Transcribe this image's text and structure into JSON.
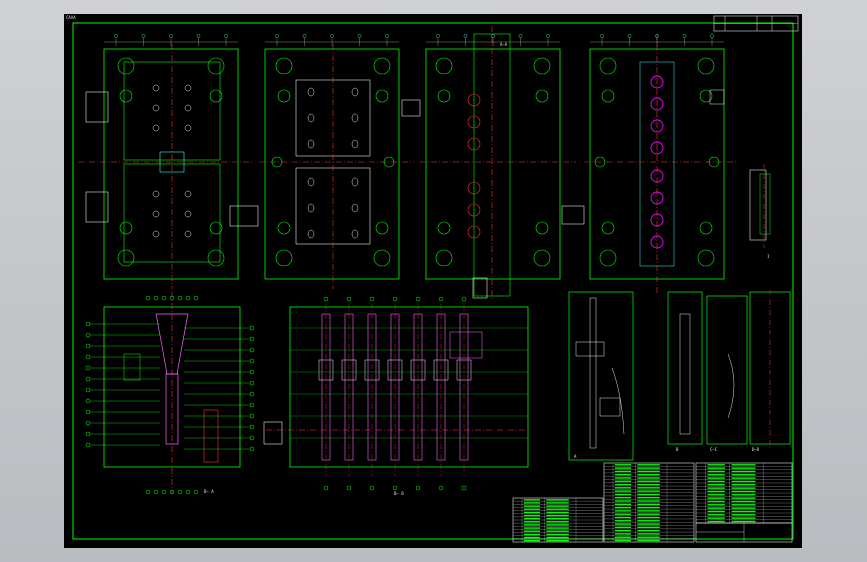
{
  "viewer": {
    "sheet_stamp": "CAXA",
    "colors": {
      "background": "#000000",
      "outline": "#00ff00",
      "center_line": "#ff3030",
      "hatch": "#ff60ff",
      "dimension": "#e6e6e6",
      "annotation": "#33ffff",
      "highlight": "#ff00ff"
    }
  },
  "title_block": {
    "header_cells": [
      "",
      "",
      "",
      ""
    ]
  },
  "views": [
    {
      "id": "plan-1",
      "label": ""
    },
    {
      "id": "plan-2",
      "label": ""
    },
    {
      "id": "plan-3",
      "label": "A—A"
    },
    {
      "id": "plan-4",
      "label": ""
    },
    {
      "id": "detail-small",
      "label": "I"
    },
    {
      "id": "section-aa",
      "label": "B— A"
    },
    {
      "id": "section-bb",
      "label": "B— B"
    },
    {
      "id": "detail-a",
      "label": "A"
    },
    {
      "id": "detail-b",
      "label": "B"
    },
    {
      "id": "section-cc",
      "label": "C—C"
    },
    {
      "id": "section-dd",
      "label": "D—D"
    }
  ]
}
